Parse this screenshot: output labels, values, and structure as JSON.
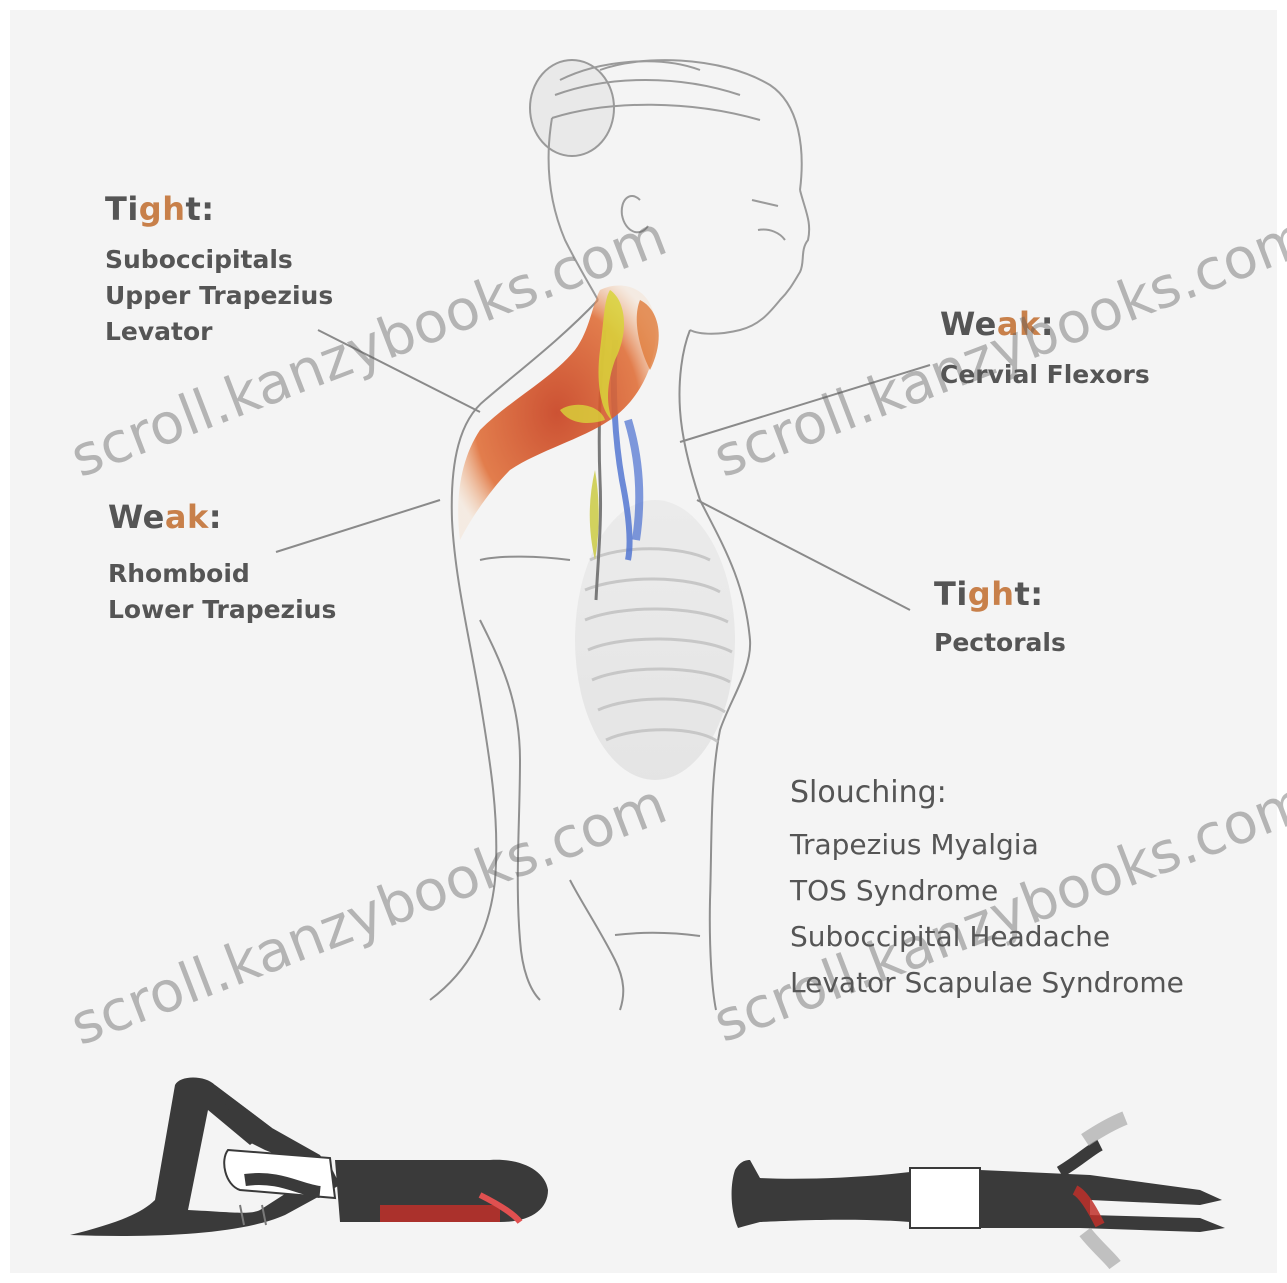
{
  "labels": {
    "tight_top": {
      "head": "Tight:",
      "items": [
        "Suboccipitals",
        "Upper Trapezius",
        "Levator"
      ]
    },
    "weak_left": {
      "head": "Weak:",
      "items": [
        "Rhomboid",
        "Lower Trapezius"
      ]
    },
    "weak_right": {
      "head": "Weak:",
      "items": [
        "Cervial Flexors"
      ]
    },
    "tight_right": {
      "head": "Tight:",
      "items": [
        "Pectorals"
      ]
    },
    "slouching": {
      "head": "Slouching:",
      "items": [
        "Trapezius Myalgia",
        "TOS Syndrome",
        "Suboccipital Headache",
        "Levator Scapulae Syndrome"
      ]
    }
  },
  "watermark": "scroll.kanzybooks.com",
  "colors": {
    "background": "#f4f4f4",
    "tight_muscle": "#d9502a",
    "weak_muscle": "#d8d43a",
    "vessel_blue": "#4a6fd0",
    "heading_accent": "#c8804a",
    "figure_dark": "#3a3a3a"
  }
}
